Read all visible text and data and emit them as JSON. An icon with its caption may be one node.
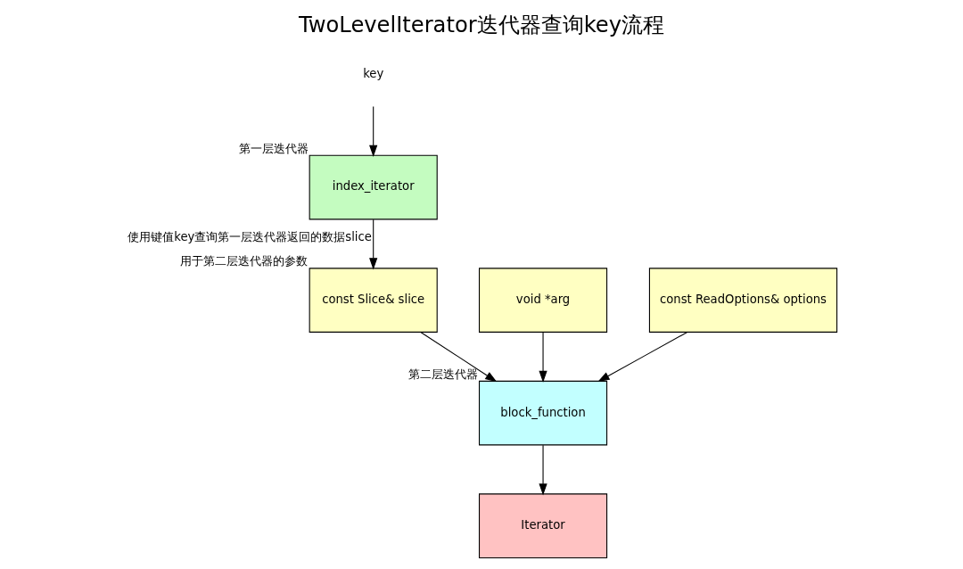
{
  "diagram": {
    "title": "TwoLevelIterator迭代器查询key流程",
    "nodes": [
      {
        "text": [
          "key"
        ]
      },
      {
        "text": [
          "index_iterator"
        ],
        "beside": [
          "第一层迭代器"
        ]
      },
      {
        "text": [
          "const Slice& slice"
        ],
        "beside": [
          "用于第二层迭代器的参数"
        ]
      },
      {
        "text": [
          "void *arg"
        ]
      },
      {
        "text": [
          "const ReadOptions& options"
        ]
      },
      {
        "text": [
          "block_function"
        ],
        "beside": [
          "第二层迭代器"
        ]
      },
      {
        "text": [
          "Iterator"
        ]
      }
    ],
    "edges": [
      {
        "from": 0,
        "to": 1,
        "arrow": "to"
      },
      {
        "from": 1,
        "to": 2,
        "arrow": "to",
        "label": "使用键值key查询第一层迭代器返回的数据slice"
      },
      {
        "from": 2,
        "to": 5,
        "arrow": "to"
      },
      {
        "from": 3,
        "to": 5,
        "arrow": "to"
      },
      {
        "from": 4,
        "to": 5,
        "arrow": "to"
      },
      {
        "from": 5,
        "to": 6,
        "arrow": "to"
      }
    ]
  }
}
